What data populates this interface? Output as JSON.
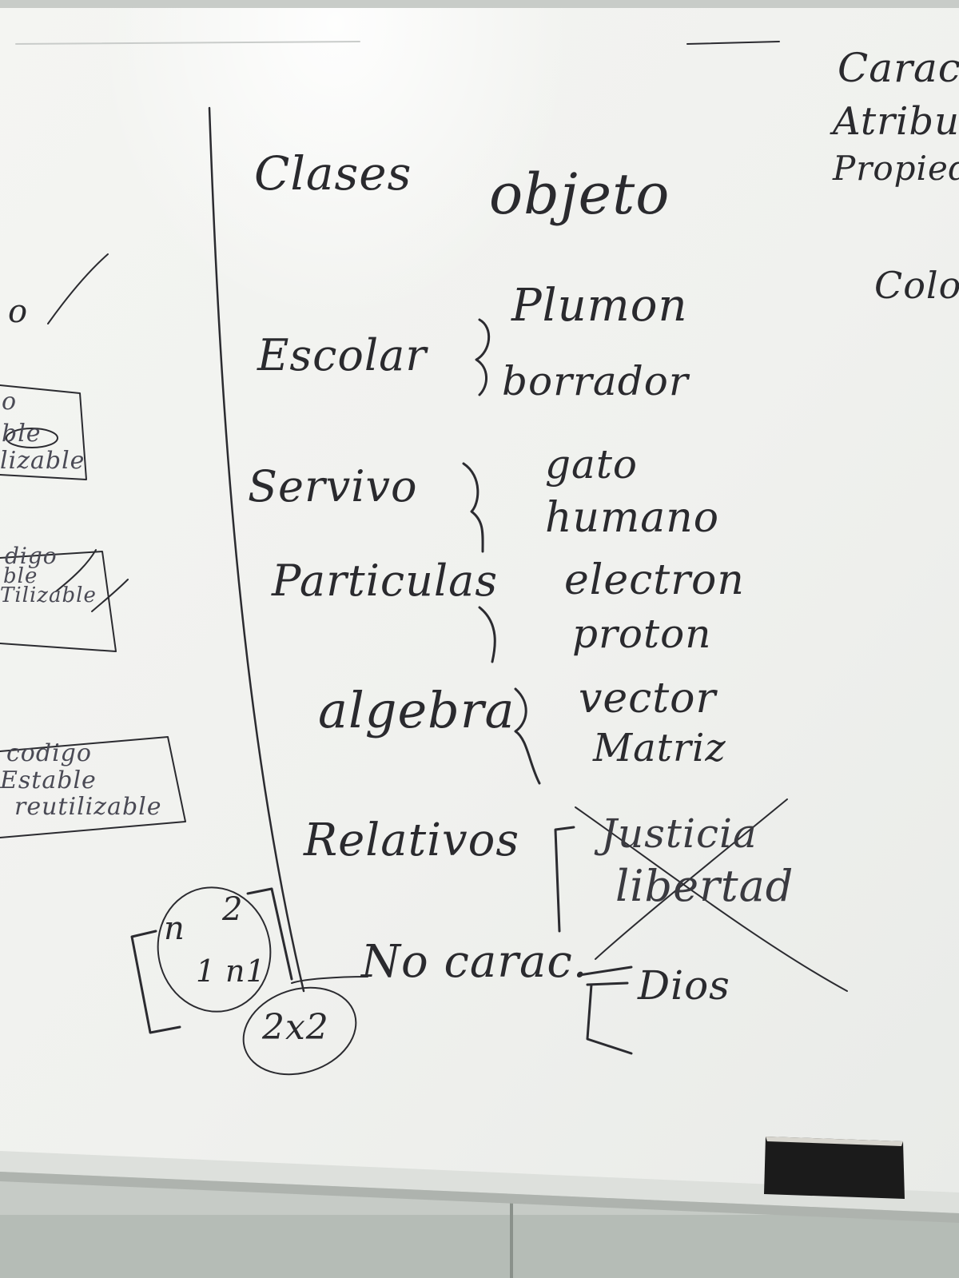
{
  "colors": {
    "board": "#f3f4f1",
    "marker": "#2a2a2e",
    "wall": "#c9cdc9",
    "tray": "#dfe2de",
    "eraser": "#1b1b1b"
  },
  "board": {
    "header_left": "Clases",
    "header_right": "objeto",
    "groups": [
      {
        "label": "Escolar",
        "items": [
          "Plumon",
          "borrador"
        ]
      },
      {
        "label": "Servivo",
        "items": [
          "gato",
          "humano"
        ]
      },
      {
        "label": "Particulas",
        "items": [
          "electron",
          "proton"
        ]
      },
      {
        "label": "algebra",
        "items": [
          "vector",
          "Matriz"
        ]
      },
      {
        "label": "Relativos",
        "items": [
          "Justicia",
          "libertad"
        ]
      },
      {
        "label": "No carac.",
        "items": [
          "Dios"
        ]
      }
    ],
    "right_column": [
      "Carac",
      "Atribut",
      "Propieda",
      "Colo"
    ],
    "left_fragments": {
      "o": "o",
      "box1": [
        "o",
        "ble",
        "lizable"
      ],
      "box2": [
        "digo",
        "ble",
        "Tilizable"
      ],
      "box3": [
        "codigo",
        "Estable",
        "reutilizable"
      ]
    },
    "matrix": {
      "entries": [
        "n",
        "2",
        "1",
        "n1"
      ],
      "dims": "2x2"
    }
  }
}
